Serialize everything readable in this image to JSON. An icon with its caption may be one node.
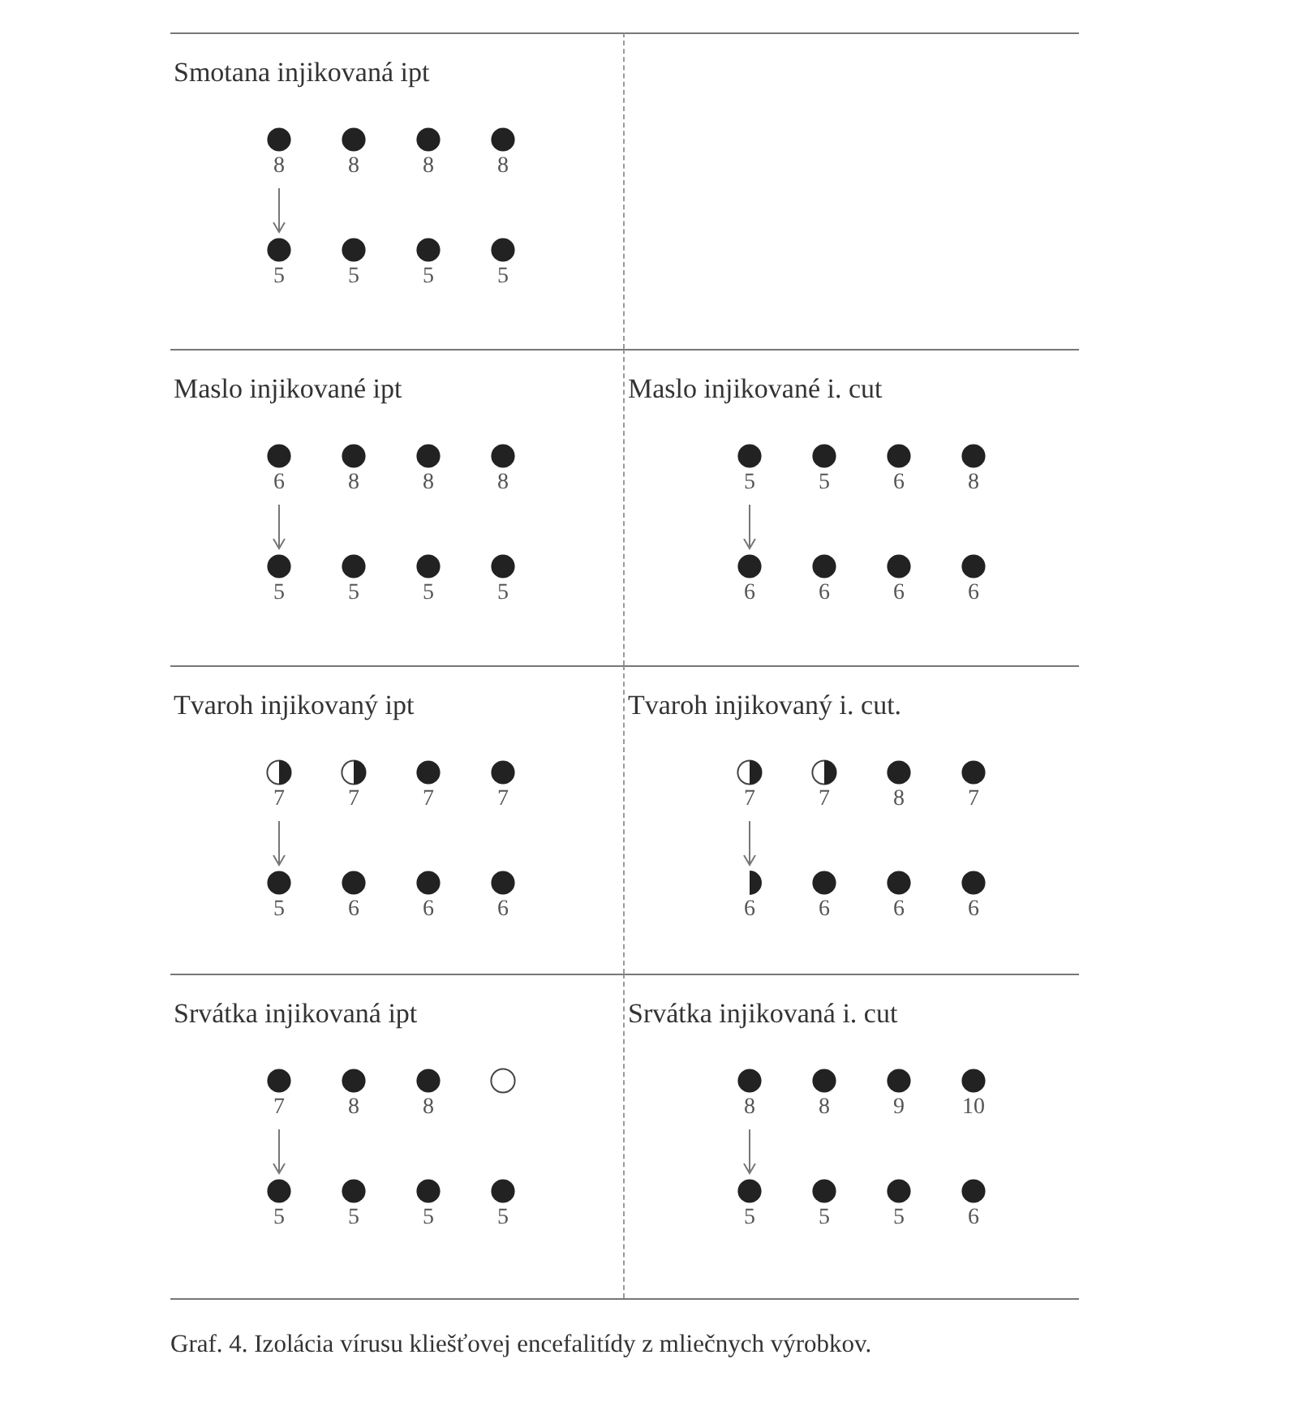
{
  "diagram": {
    "caption": "Graf. 4. Izolácia vírusu kliešťovej encefalitídy z mliečnych výrobkov.",
    "nodes": [
      {
        "text": [
          "Smotana injikovaná ipt"
        ]
      },
      {
        "text": [],
        "shape": "dot",
        "beside": [
          "8"
        ],
        "in": 0
      },
      {
        "text": [],
        "shape": "dot",
        "beside": [
          "8"
        ],
        "in": 0
      },
      {
        "text": [],
        "shape": "dot",
        "beside": [
          "8"
        ],
        "in": 0
      },
      {
        "text": [],
        "shape": "dot",
        "beside": [
          "8"
        ],
        "in": 0
      },
      {
        "text": [],
        "shape": "dot",
        "beside": [
          "5"
        ],
        "in": 0
      },
      {
        "text": [],
        "shape": "dot",
        "beside": [
          "5"
        ],
        "in": 0
      },
      {
        "text": [],
        "shape": "dot",
        "beside": [
          "5"
        ],
        "in": 0
      },
      {
        "text": [],
        "shape": "dot",
        "beside": [
          "5"
        ],
        "in": 0
      },
      {
        "text": [],
        "shape": "box"
      },
      {
        "text": [
          "Maslo injikované ipt"
        ]
      },
      {
        "text": [],
        "shape": "dot",
        "beside": [
          "6"
        ],
        "in": 10
      },
      {
        "text": [],
        "shape": "dot",
        "beside": [
          "8"
        ],
        "in": 10
      },
      {
        "text": [],
        "shape": "dot",
        "beside": [
          "8"
        ],
        "in": 10
      },
      {
        "text": [],
        "shape": "dot",
        "beside": [
          "8"
        ],
        "in": 10
      },
      {
        "text": [],
        "shape": "dot",
        "beside": [
          "5"
        ],
        "in": 10
      },
      {
        "text": [],
        "shape": "dot",
        "beside": [
          "5"
        ],
        "in": 10
      },
      {
        "text": [],
        "shape": "dot",
        "beside": [
          "5"
        ],
        "in": 10
      },
      {
        "text": [],
        "shape": "dot",
        "beside": [
          "5"
        ],
        "in": 10
      },
      {
        "text": [
          "Maslo injikované i. cut"
        ]
      },
      {
        "text": [],
        "shape": "dot",
        "beside": [
          "5"
        ],
        "in": 19
      },
      {
        "text": [],
        "shape": "dot",
        "beside": [
          "5"
        ],
        "in": 19
      },
      {
        "text": [],
        "shape": "dot",
        "beside": [
          "6"
        ],
        "in": 19
      },
      {
        "text": [],
        "shape": "dot",
        "beside": [
          "8"
        ],
        "in": 19
      },
      {
        "text": [],
        "shape": "dot",
        "beside": [
          "6"
        ],
        "in": 19
      },
      {
        "text": [],
        "shape": "dot",
        "beside": [
          "6"
        ],
        "in": 19
      },
      {
        "text": [],
        "shape": "dot",
        "beside": [
          "6"
        ],
        "in": 19
      },
      {
        "text": [],
        "shape": "dot",
        "beside": [
          "6"
        ],
        "in": 19
      },
      {
        "text": [
          "Tvaroh injikovaný ipt"
        ]
      },
      {
        "text": [],
        "shape": "half-dot",
        "beside": [
          "7"
        ],
        "in": 28
      },
      {
        "text": [],
        "shape": "half-dot",
        "beside": [
          "7"
        ],
        "in": 28
      },
      {
        "text": [],
        "shape": "dot",
        "beside": [
          "7"
        ],
        "in": 28
      },
      {
        "text": [],
        "shape": "dot",
        "beside": [
          "7"
        ],
        "in": 28
      },
      {
        "text": [],
        "shape": "dot",
        "beside": [
          "5"
        ],
        "in": 28
      },
      {
        "text": [],
        "shape": "dot",
        "beside": [
          "6"
        ],
        "in": 28
      },
      {
        "text": [],
        "shape": "dot",
        "beside": [
          "6"
        ],
        "in": 28
      },
      {
        "text": [],
        "shape": "dot",
        "beside": [
          "6"
        ],
        "in": 28
      },
      {
        "text": [
          "Tvaroh injikovaný i. cut."
        ]
      },
      {
        "text": [],
        "shape": "half-dot",
        "beside": [
          "7"
        ],
        "in": 37
      },
      {
        "text": [],
        "shape": "half-dot",
        "beside": [
          "7"
        ],
        "in": 37
      },
      {
        "text": [],
        "shape": "dot",
        "beside": [
          "8"
        ],
        "in": 37
      },
      {
        "text": [],
        "shape": "dot",
        "beside": [
          "7"
        ],
        "in": 37
      },
      {
        "text": [],
        "shape": "crescent",
        "beside": [
          "6"
        ],
        "in": 37
      },
      {
        "text": [],
        "shape": "dot",
        "beside": [
          "6"
        ],
        "in": 37
      },
      {
        "text": [],
        "shape": "dot",
        "beside": [
          "6"
        ],
        "in": 37
      },
      {
        "text": [],
        "shape": "dot",
        "beside": [
          "6"
        ],
        "in": 37
      },
      {
        "text": [
          "Srvátka injikovaná ipt"
        ]
      },
      {
        "text": [],
        "shape": "dot",
        "beside": [
          "7"
        ],
        "in": 46
      },
      {
        "text": [],
        "shape": "dot",
        "beside": [
          "8"
        ],
        "in": 46
      },
      {
        "text": [],
        "shape": "dot",
        "beside": [
          "8"
        ],
        "in": 46
      },
      {
        "text": [],
        "shape": "circle",
        "in": 46
      },
      {
        "text": [],
        "shape": "dot",
        "beside": [
          "5"
        ],
        "in": 46
      },
      {
        "text": [],
        "shape": "dot",
        "beside": [
          "5"
        ],
        "in": 46
      },
      {
        "text": [],
        "shape": "dot",
        "beside": [
          "5"
        ],
        "in": 46
      },
      {
        "text": [],
        "shape": "dot",
        "beside": [
          "5"
        ],
        "in": 46
      },
      {
        "text": [
          "Srvátka injikovaná i. cut"
        ]
      },
      {
        "text": [],
        "shape": "dot",
        "beside": [
          "8"
        ],
        "in": 55
      },
      {
        "text": [],
        "shape": "dot",
        "beside": [
          "8"
        ],
        "in": 55
      },
      {
        "text": [],
        "shape": "dot",
        "beside": [
          "9"
        ],
        "in": 55
      },
      {
        "text": [],
        "shape": "dot",
        "beside": [
          "10"
        ],
        "in": 55
      },
      {
        "text": [],
        "shape": "dot",
        "beside": [
          "5"
        ],
        "in": 55
      },
      {
        "text": [],
        "shape": "dot",
        "beside": [
          "5"
        ],
        "in": 55
      },
      {
        "text": [],
        "shape": "dot",
        "beside": [
          "5"
        ],
        "in": 55
      },
      {
        "text": [],
        "shape": "dot",
        "beside": [
          "6"
        ],
        "in": 55
      }
    ],
    "edges": [
      {
        "from": 1,
        "to": 5,
        "arrow": "to"
      },
      {
        "from": 11,
        "to": 15,
        "arrow": "to"
      },
      {
        "from": 20,
        "to": 24,
        "arrow": "to"
      },
      {
        "from": 29,
        "to": 33,
        "arrow": "to"
      },
      {
        "from": 38,
        "to": 42,
        "arrow": "to"
      },
      {
        "from": 47,
        "to": 51,
        "arrow": "to"
      },
      {
        "from": 56,
        "to": 60,
        "arrow": "to"
      }
    ]
  }
}
